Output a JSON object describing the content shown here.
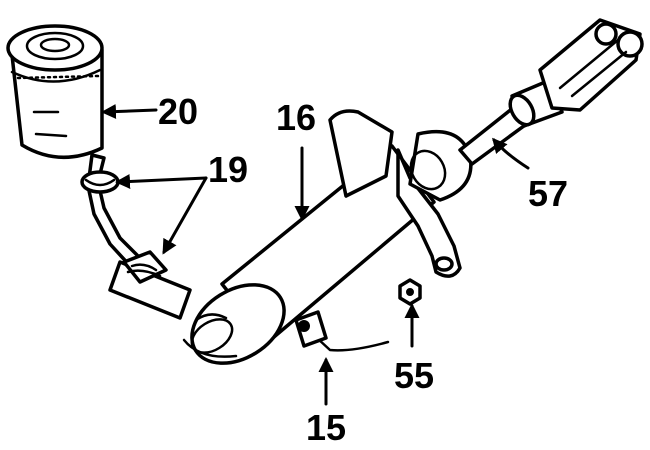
{
  "callouts": {
    "reservoir": "20",
    "hose_clamps": "19",
    "master_cylinder": "16",
    "push_rod": "57",
    "nut": "55",
    "pipe": "15"
  }
}
